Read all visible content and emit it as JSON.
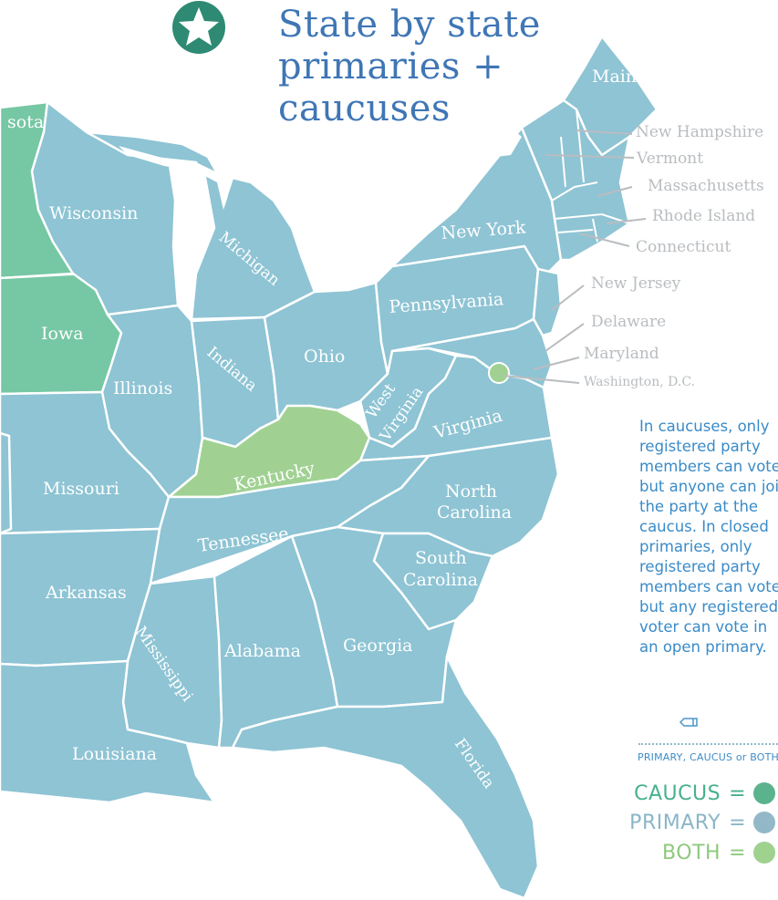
{
  "title": {
    "line1": "State by state",
    "line2": "primaries +",
    "line3": "caucuses"
  },
  "explanation": [
    "In caucuses, only",
    "registered party",
    "members can vote,",
    "but anyone can join",
    "the party at the",
    "caucus. In closed",
    "primaries, only",
    "registered party",
    "members can vote,",
    "but any registered",
    "voter can vote in",
    "an open primary."
  ],
  "legend": {
    "heading": "PRIMARY, CAUCUS or BOTH",
    "items": [
      {
        "label": "CAUCUS",
        "eq": "=",
        "color": "#5bb38e"
      },
      {
        "label": "PRIMARY",
        "eq": "=",
        "color": "#93b8c8"
      },
      {
        "label": "BOTH",
        "eq": "=",
        "color": "#9fd18f"
      }
    ]
  },
  "colors": {
    "primary": "#8ec4d4",
    "caucus": "#76c7a3",
    "both": "#a0d192",
    "border": "#ffffff",
    "title": "#3f76b5",
    "badge": "#2e8a73"
  },
  "states": {
    "minnesota": "sota",
    "wisconsin": "Wisconsin",
    "michigan": "Michigan",
    "iowa": "Iowa",
    "illinois": "Illinois",
    "indiana": "Indiana",
    "ohio": "Ohio",
    "pennsylvania": "Pennsylvania",
    "new_york": "New York",
    "maine": "Maine",
    "west_virginia_1": "West",
    "west_virginia_2": "Virginia",
    "virginia": "Virginia",
    "kentucky": "Kentucky",
    "missouri": "Missouri",
    "tennessee": "Tennessee",
    "north_carolina_1": "North",
    "north_carolina_2": "Carolina",
    "south_carolina_1": "South",
    "south_carolina_2": "Carolina",
    "arkansas": "Arkansas",
    "mississippi": "Mississippi",
    "alabama": "Alabama",
    "georgia": "Georgia",
    "louisiana": "Louisiana",
    "florida": "Florida"
  },
  "callouts": {
    "new_hampshire": "New Hampshire",
    "vermont": "Vermont",
    "massachusetts": "Massachusetts",
    "rhode_island": "Rhode Island",
    "connecticut": "Connecticut",
    "new_jersey": "New Jersey",
    "delaware": "Delaware",
    "maryland": "Maryland",
    "washington_dc": "Washington, D.C."
  }
}
